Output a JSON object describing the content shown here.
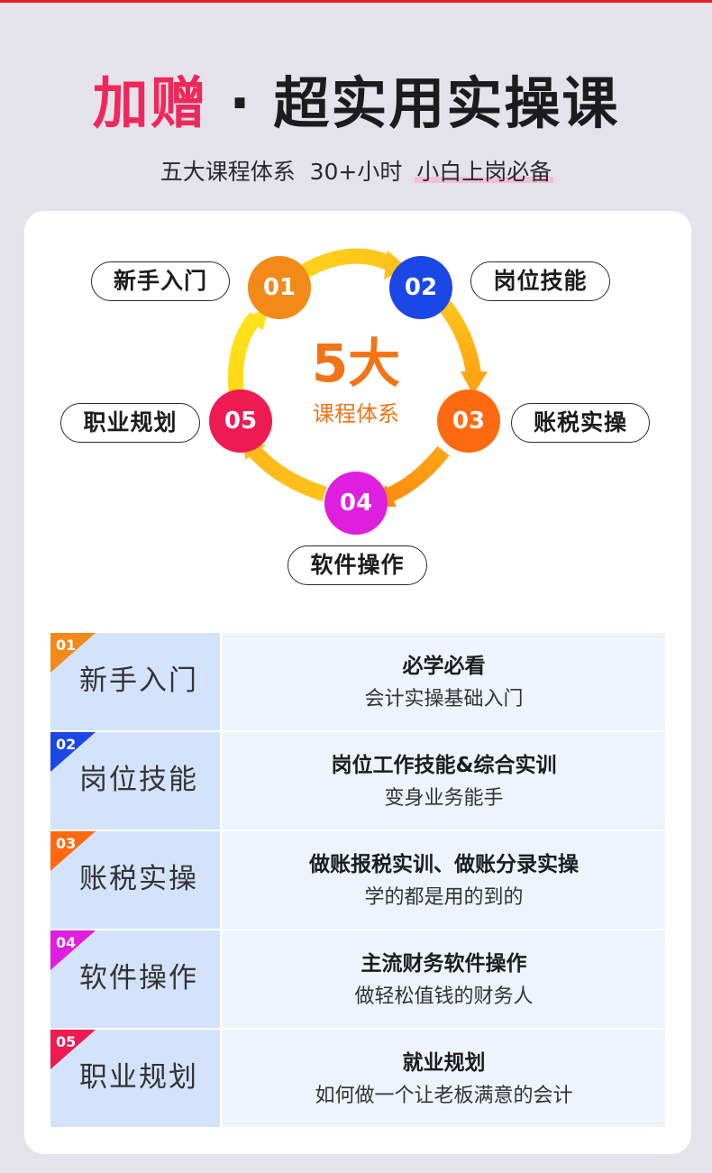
{
  "header": {
    "title_highlight": "加赠",
    "title_rest": " · 超实用实操课",
    "subtitle_prefix": "五大课程体系  30+小时  ",
    "subtitle_underlined": "小白上岗必备"
  },
  "cycle": {
    "center_number": "5大",
    "center_label": "课程体系",
    "steps": [
      {
        "num": "01",
        "label": "新手入门",
        "color": "#f28a1a"
      },
      {
        "num": "02",
        "label": "岗位技能",
        "color": "#1b47e6"
      },
      {
        "num": "03",
        "label": "账税实操",
        "color": "#ff6a10"
      },
      {
        "num": "04",
        "label": "软件操作",
        "color": "#e01ee0"
      },
      {
        "num": "05",
        "label": "职业规划",
        "color": "#ee1a52"
      }
    ]
  },
  "table": {
    "rows": [
      {
        "num": "01",
        "name": "新手入门",
        "title": "必学必看",
        "desc": "会计实操基础入门",
        "color": "#f28a1a"
      },
      {
        "num": "02",
        "name": "岗位技能",
        "title": "岗位工作技能&综合实训",
        "desc": "变身业务能手",
        "color": "#1b47e6"
      },
      {
        "num": "03",
        "name": "账税实操",
        "title": "做账报税实训、做账分录实操",
        "desc": "学的都是用的到的",
        "color": "#ff6a10"
      },
      {
        "num": "04",
        "name": "软件操作",
        "title": "主流财务软件操作",
        "desc": "做轻松值钱的财务人",
        "color": "#e01ee0"
      },
      {
        "num": "05",
        "name": "职业规划",
        "title": "就业规划",
        "desc": "如何做一个让老板满意的会计",
        "color": "#ee1a52"
      }
    ]
  }
}
